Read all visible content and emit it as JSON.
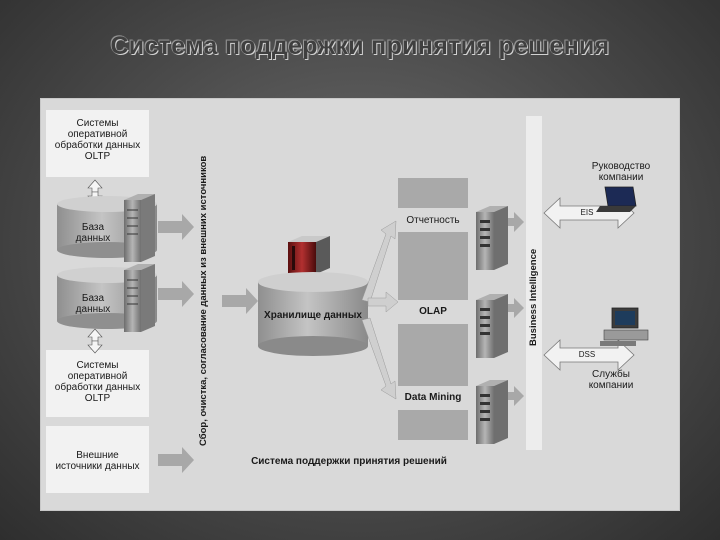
{
  "slide": {
    "title": "Система поддержки принятия решения"
  },
  "diagram": {
    "sources": {
      "oltp_top": [
        "Системы",
        "оперативной",
        "обработки данных",
        "OLTP"
      ],
      "db1": [
        "База",
        "данных"
      ],
      "db2": [
        "База",
        "данных"
      ],
      "oltp_bottom": [
        "Системы",
        "оперативной",
        "обработки данных",
        "OLTP"
      ],
      "external": [
        "Внешние",
        "источники данных"
      ]
    },
    "etl_label": "Сбор, очистка, согласование данных из внешних источников",
    "warehouse_label": "Хранилище данных",
    "analysis": {
      "reporting": "Отчетность",
      "olap": "OLAP",
      "data_mining": "Data Mining"
    },
    "bi_label": "Business Intelligence",
    "eis_label": "EIS",
    "dss_label": "DSS",
    "management_label": [
      "Руководство",
      "компании"
    ],
    "services_label": [
      "Службы",
      "компании"
    ],
    "caption": "Система поддержки принятия решений"
  }
}
